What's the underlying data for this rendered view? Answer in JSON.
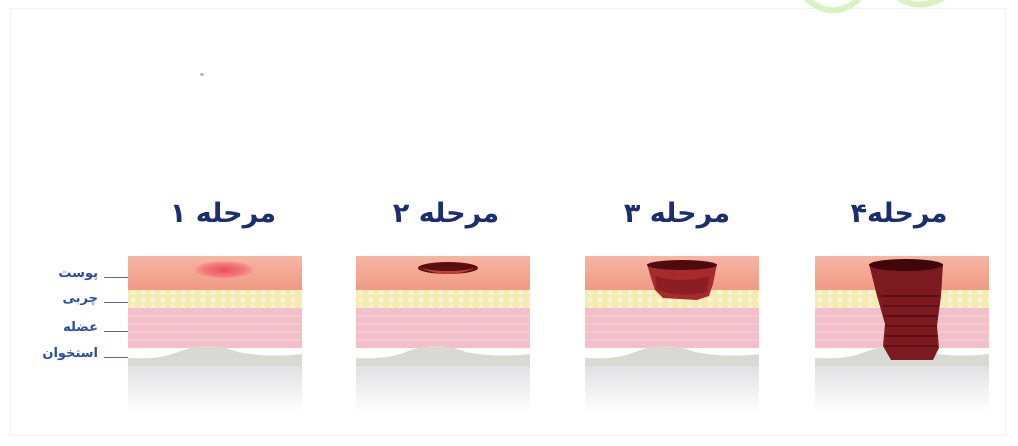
{
  "stages": [
    {
      "title": "مرحله ۱"
    },
    {
      "title": "مرحله ۲"
    },
    {
      "title": "مرحله ۳"
    },
    {
      "title": "مرحله۴"
    }
  ],
  "layers": {
    "skin": "پوست",
    "fat": "چربی",
    "muscle": "عضله",
    "bone": "استخوان"
  },
  "colors": {
    "title": "#1b2f6e",
    "label": "#2a4ea4",
    "skin": "#f2a08e",
    "fat": "#f3e6a6",
    "muscle": "#f2bcc8",
    "bone": "#d6d6d2",
    "wound": "#a81f2a"
  }
}
